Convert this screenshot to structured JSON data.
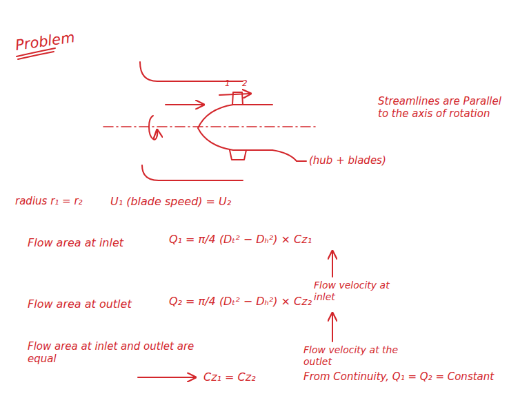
{
  "diagram": {
    "title": "Problem",
    "labels": [
      "1",
      "2",
      "Streamlines are Parallel to the axis of rotation",
      "(hub + blades)",
      "radius r₁ = r₂",
      "U₁ (blade speed) = U₂",
      "Flow area at inlet",
      "Q₁ = π/4 (Dₜ² − Dₕ²) × Cz₁",
      "Flow velocity at inlet",
      "Flow area at outlet",
      "Q₂ = π/4 (Dₜ² − Dₕ²) × Cz₂",
      "Flow velocity at the outlet",
      "Flow area at inlet and outlet are equal",
      "Cz₁ = Cz₂",
      "From Continuity, Q₁ = Q₂ = Constant"
    ]
  }
}
